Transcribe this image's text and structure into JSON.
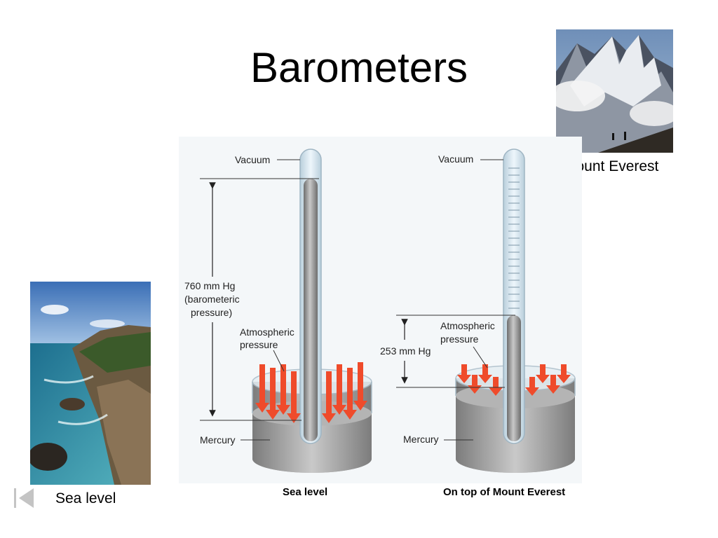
{
  "slide": {
    "title": "Barometers"
  },
  "photos": {
    "everest_caption": "Mount Everest",
    "sealevel_caption": "Sea level"
  },
  "diagram": {
    "left": {
      "vacuum": "Vacuum",
      "height_label_line1": "760 mm Hg",
      "height_label_line2": "(barometeric",
      "height_label_line3": "pressure)",
      "atmospheric_line1": "Atmospheric",
      "atmospheric_line2": "pressure",
      "mercury": "Mercury",
      "caption": "Sea level"
    },
    "right": {
      "vacuum": "Vacuum",
      "height_label": "253 mm Hg",
      "atmospheric_line1": "Atmospheric",
      "atmospheric_line2": "pressure",
      "mercury": "Mercury",
      "caption": "On top of Mount Everest"
    }
  },
  "colors": {
    "arrow": "#ef4b2b",
    "mercury": "#9a9a9a",
    "glass": "#d7e6ef"
  },
  "icons": {
    "nav": "previous-slide-icon"
  }
}
